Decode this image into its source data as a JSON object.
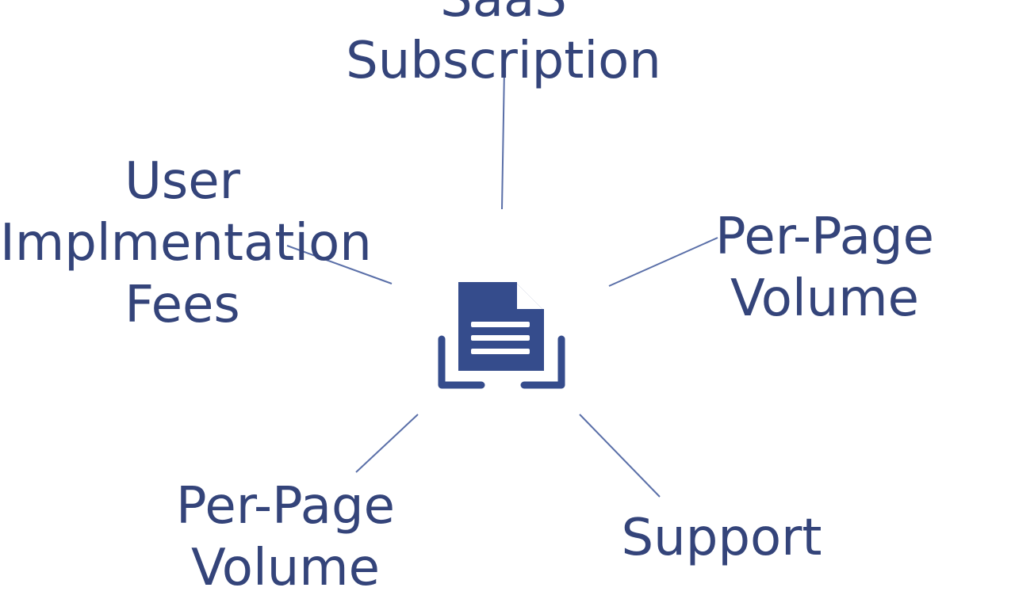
{
  "diagram": {
    "colors": {
      "ink": "#34447a",
      "icon": "#354c8c",
      "line": "#5a6fa8"
    },
    "center_icon": "document-tray-icon",
    "nodes": {
      "saas": {
        "lines": [
          "SaaS",
          "Subscription"
        ]
      },
      "user_impl": {
        "lines": [
          "User",
          "Implmentation",
          "Fees"
        ]
      },
      "per_page_right": {
        "lines": [
          "Per-Page",
          "Volume"
        ]
      },
      "per_page_left": {
        "lines": [
          "Per-Page",
          "Volume"
        ]
      },
      "support": {
        "lines": [
          "Support"
        ]
      }
    }
  }
}
